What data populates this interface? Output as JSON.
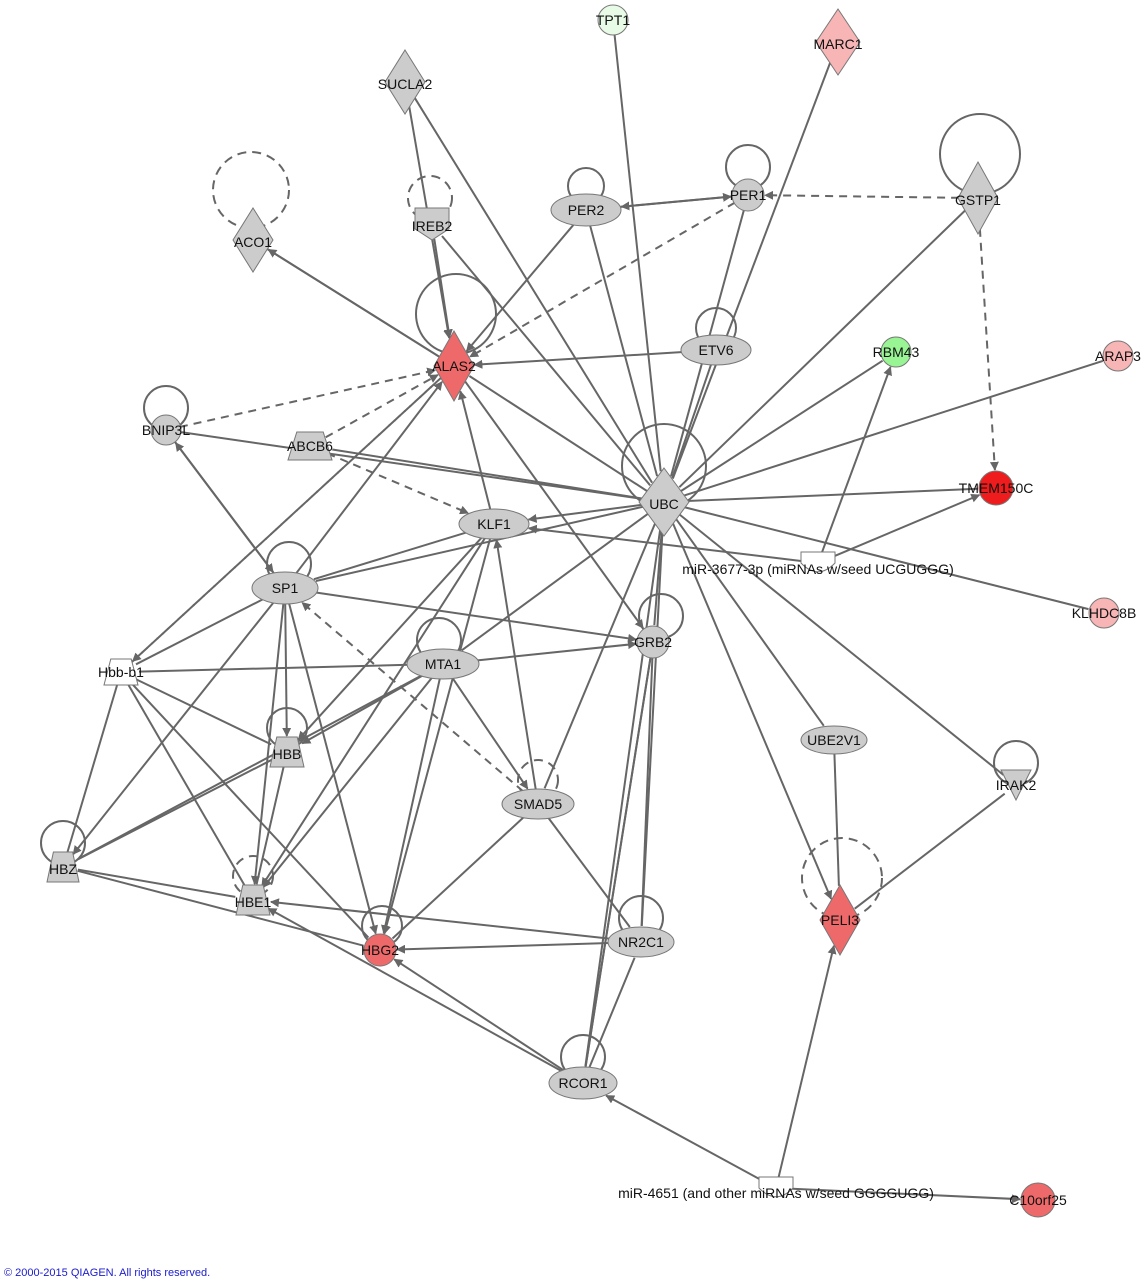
{
  "colors": {
    "edge": "#666666",
    "gray": "#cccccc",
    "white": "#ffffff",
    "light_green": "#e8fbe6",
    "green": "#99f594",
    "light_red": "#f7b5b5",
    "red": "#ee6a6a",
    "bright_red": "#ee1c1c",
    "stroke": "#777777"
  },
  "nodes": [
    {
      "id": "TPT1",
      "label": "TPT1",
      "shape": "circle",
      "fill": "light_green"
    },
    {
      "id": "MARC1",
      "label": "MARC1",
      "shape": "diamond",
      "fill": "light_red"
    },
    {
      "id": "SUCLA2",
      "label": "SUCLA2",
      "shape": "diamond",
      "fill": "gray"
    },
    {
      "id": "ACO1",
      "label": "ACO1",
      "shape": "diamond",
      "fill": "gray"
    },
    {
      "id": "IREB2",
      "label": "IREB2",
      "shape": "pentagon",
      "fill": "gray"
    },
    {
      "id": "PER2",
      "label": "PER2",
      "shape": "ellipse",
      "fill": "gray"
    },
    {
      "id": "PER1",
      "label": "PER1",
      "shape": "circle",
      "fill": "gray"
    },
    {
      "id": "GSTP1",
      "label": "GSTP1",
      "shape": "diamond",
      "fill": "gray"
    },
    {
      "id": "ALAS2",
      "label": "ALAS2",
      "shape": "diamond",
      "fill": "red"
    },
    {
      "id": "ETV6",
      "label": "ETV6",
      "shape": "ellipse",
      "fill": "gray"
    },
    {
      "id": "RBM43",
      "label": "RBM43",
      "shape": "circle",
      "fill": "green"
    },
    {
      "id": "ARAP3",
      "label": "ARAP3",
      "shape": "circle",
      "fill": "light_red"
    },
    {
      "id": "BNIP3L",
      "label": "BNIP3L",
      "shape": "circle",
      "fill": "gray"
    },
    {
      "id": "ABCB6",
      "label": "ABCB6",
      "shape": "trapezoid",
      "fill": "gray"
    },
    {
      "id": "UBC",
      "label": "UBC",
      "shape": "diamond",
      "fill": "gray"
    },
    {
      "id": "TMEM150C",
      "label": "TMEM150C",
      "shape": "circle",
      "fill": "bright_red"
    },
    {
      "id": "KLF1",
      "label": "KLF1",
      "shape": "ellipse",
      "fill": "gray"
    },
    {
      "id": "MIR3677",
      "label": "miR-3677-3p (miRNAs w/seed UCGUGGG)",
      "shape": "mirna",
      "fill": "white"
    },
    {
      "id": "SP1",
      "label": "SP1",
      "shape": "ellipse",
      "fill": "gray"
    },
    {
      "id": "KLHDC8B",
      "label": "KLHDC8B",
      "shape": "circle",
      "fill": "light_red"
    },
    {
      "id": "GRB2",
      "label": "GRB2",
      "shape": "circle",
      "fill": "gray"
    },
    {
      "id": "HBBB1",
      "label": "Hbb-b1",
      "shape": "trapezoid",
      "fill": "white"
    },
    {
      "id": "MTA1",
      "label": "MTA1",
      "shape": "ellipse",
      "fill": "gray"
    },
    {
      "id": "UBE2V1",
      "label": "UBE2V1",
      "shape": "ellipse",
      "fill": "gray"
    },
    {
      "id": "HBB",
      "label": "HBB",
      "shape": "trapezoid",
      "fill": "gray"
    },
    {
      "id": "IRAK2",
      "label": "IRAK2",
      "shape": "triangle",
      "fill": "gray"
    },
    {
      "id": "SMAD5",
      "label": "SMAD5",
      "shape": "ellipse",
      "fill": "gray"
    },
    {
      "id": "HBZ",
      "label": "HBZ",
      "shape": "trapezoid",
      "fill": "gray"
    },
    {
      "id": "HBE1",
      "label": "HBE1",
      "shape": "trapezoid",
      "fill": "gray"
    },
    {
      "id": "PELI3",
      "label": "PELI3",
      "shape": "diamond",
      "fill": "red"
    },
    {
      "id": "HBG2",
      "label": "HBG2",
      "shape": "circle",
      "fill": "red"
    },
    {
      "id": "NR2C1",
      "label": "NR2C1",
      "shape": "ellipse",
      "fill": "gray"
    },
    {
      "id": "RCOR1",
      "label": "RCOR1",
      "shape": "ellipse",
      "fill": "gray"
    },
    {
      "id": "MIR4651",
      "label": "miR-4651 (and other miRNAs w/seed GGGGUGG)",
      "shape": "mirna",
      "fill": "white"
    },
    {
      "id": "C10orf25",
      "label": "C10orf25",
      "shape": "circle",
      "fill": "red"
    }
  ],
  "self_loops": [
    {
      "node": "ACO1",
      "dashed": true
    },
    {
      "node": "IREB2",
      "dashed": true
    },
    {
      "node": "PER2",
      "dashed": false
    },
    {
      "node": "PER1",
      "dashed": false
    },
    {
      "node": "GSTP1",
      "dashed": false
    },
    {
      "node": "ALAS2",
      "dashed": false
    },
    {
      "node": "ETV6",
      "dashed": false
    },
    {
      "node": "BNIP3L",
      "dashed": false
    },
    {
      "node": "UBC",
      "dashed": false
    },
    {
      "node": "SP1",
      "dashed": false
    },
    {
      "node": "GRB2",
      "dashed": false
    },
    {
      "node": "MTA1",
      "dashed": false
    },
    {
      "node": "HBB",
      "dashed": false
    },
    {
      "node": "IRAK2",
      "dashed": false
    },
    {
      "node": "SMAD5",
      "dashed": true
    },
    {
      "node": "HBZ",
      "dashed": false
    },
    {
      "node": "HBE1",
      "dashed": true
    },
    {
      "node": "PELI3",
      "dashed": true
    },
    {
      "node": "HBG2",
      "dashed": false
    },
    {
      "node": "NR2C1",
      "dashed": false
    },
    {
      "node": "RCOR1",
      "dashed": false
    }
  ],
  "edges": [
    {
      "from": "TPT1",
      "to": "UBC",
      "dashed": false,
      "arrow": false
    },
    {
      "from": "MARC1",
      "to": "UBC",
      "dashed": false,
      "arrow": false
    },
    {
      "from": "SUCLA2",
      "to": "UBC",
      "dashed": false,
      "arrow": false
    },
    {
      "from": "SUCLA2",
      "to": "ALAS2",
      "dashed": false,
      "arrow": true
    },
    {
      "from": "IREB2",
      "to": "ALAS2",
      "dashed": false,
      "arrow": true
    },
    {
      "from": "IREB2",
      "to": "UBC",
      "dashed": false,
      "arrow": false
    },
    {
      "from": "ALAS2",
      "to": "ACO1",
      "dashed": false,
      "arrow": true
    },
    {
      "from": "ACO1",
      "to": "ALAS2",
      "dashed": false,
      "arrow": false
    },
    {
      "from": "PER2",
      "to": "PER1",
      "dashed": false,
      "arrow": true
    },
    {
      "from": "PER1",
      "to": "PER2",
      "dashed": false,
      "arrow": true
    },
    {
      "from": "GSTP1",
      "to": "PER1",
      "dashed": true,
      "arrow": true
    },
    {
      "from": "GSTP1",
      "to": "TMEM150C",
      "dashed": true,
      "arrow": true
    },
    {
      "from": "PER1",
      "to": "ALAS2",
      "dashed": true,
      "arrow": true
    },
    {
      "from": "PER2",
      "to": "ALAS2",
      "dashed": false,
      "arrow": true
    },
    {
      "from": "PER2",
      "to": "UBC",
      "dashed": false,
      "arrow": false
    },
    {
      "from": "PER1",
      "to": "UBC",
      "dashed": false,
      "arrow": false
    },
    {
      "from": "GSTP1",
      "to": "UBC",
      "dashed": false,
      "arrow": false
    },
    {
      "from": "ETV6",
      "to": "ALAS2",
      "dashed": false,
      "arrow": true
    },
    {
      "from": "ETV6",
      "to": "UBC",
      "dashed": false,
      "arrow": false
    },
    {
      "from": "UBC",
      "to": "ALAS2",
      "dashed": false,
      "arrow": false
    },
    {
      "from": "UBC",
      "to": "RBM43",
      "dashed": false,
      "arrow": false
    },
    {
      "from": "UBC",
      "to": "ARAP3",
      "dashed": false,
      "arrow": false
    },
    {
      "from": "UBC",
      "to": "TMEM150C",
      "dashed": false,
      "arrow": false
    },
    {
      "from": "UBC",
      "to": "BNIP3L",
      "dashed": false,
      "arrow": false
    },
    {
      "from": "UBC",
      "to": "ABCB6",
      "dashed": false,
      "arrow": false
    },
    {
      "from": "UBC",
      "to": "KLHDC8B",
      "dashed": false,
      "arrow": false
    },
    {
      "from": "UBC",
      "to": "KLF1",
      "dashed": false,
      "arrow": true
    },
    {
      "from": "UBC",
      "to": "SP1",
      "dashed": false,
      "arrow": false
    },
    {
      "from": "UBC",
      "to": "MTA1",
      "dashed": false,
      "arrow": false
    },
    {
      "from": "UBC",
      "to": "GRB2",
      "dashed": false,
      "arrow": false
    },
    {
      "from": "UBC",
      "to": "SMAD5",
      "dashed": false,
      "arrow": false
    },
    {
      "from": "UBC",
      "to": "UBE2V1",
      "dashed": false,
      "arrow": false
    },
    {
      "from": "UBC",
      "to": "IRAK2",
      "dashed": false,
      "arrow": false
    },
    {
      "from": "UBC",
      "to": "PELI3",
      "dashed": false,
      "arrow": true
    },
    {
      "from": "UBC",
      "to": "RCOR1",
      "dashed": false,
      "arrow": false
    },
    {
      "from": "UBC",
      "to": "NR2C1",
      "dashed": false,
      "arrow": false
    },
    {
      "from": "MIR3677",
      "to": "RBM43",
      "dashed": false,
      "arrow": true
    },
    {
      "from": "MIR3677",
      "to": "TMEM150C",
      "dashed": false,
      "arrow": true
    },
    {
      "from": "MIR3677",
      "to": "KLF1",
      "dashed": false,
      "arrow": true
    },
    {
      "from": "BNIP3L",
      "to": "SP1",
      "dashed": false,
      "arrow": true
    },
    {
      "from": "SP1",
      "to": "BNIP3L",
      "dashed": false,
      "arrow": true
    },
    {
      "from": "BNIP3L",
      "to": "ALAS2",
      "dashed": true,
      "arrow": true
    },
    {
      "from": "ABCB6",
      "to": "KLF1",
      "dashed": true,
      "arrow": true
    },
    {
      "from": "ABCB6",
      "to": "ALAS2",
      "dashed": true,
      "arrow": true
    },
    {
      "from": "KLF1",
      "to": "ALAS2",
      "dashed": false,
      "arrow": true
    },
    {
      "from": "KLF1",
      "to": "SP1",
      "dashed": false,
      "arrow": false
    },
    {
      "from": "KLF1",
      "to": "HBB",
      "dashed": false,
      "arrow": true
    },
    {
      "from": "KLF1",
      "to": "HBE1",
      "dashed": false,
      "arrow": true
    },
    {
      "from": "KLF1",
      "to": "HBG2",
      "dashed": false,
      "arrow": true
    },
    {
      "from": "ALAS2",
      "to": "GRB2",
      "dashed": false,
      "arrow": true
    },
    {
      "from": "SP1",
      "to": "ALAS2",
      "dashed": false,
      "arrow": true
    },
    {
      "from": "HBBB1",
      "to": "ALAS2",
      "dashed": true,
      "arrow": false
    },
    {
      "from": "ALAS2",
      "to": "HBBB1",
      "dashed": true,
      "arrow": true
    },
    {
      "from": "SP1",
      "to": "GRB2",
      "dashed": false,
      "arrow": true
    },
    {
      "from": "SP1",
      "to": "HBB",
      "dashed": false,
      "arrow": true
    },
    {
      "from": "SP1",
      "to": "HBE1",
      "dashed": false,
      "arrow": true
    },
    {
      "from": "SP1",
      "to": "HBG2",
      "dashed": false,
      "arrow": true
    },
    {
      "from": "SP1",
      "to": "HBZ",
      "dashed": false,
      "arrow": true
    },
    {
      "from": "SP1",
      "to": "HBBB1",
      "dashed": false,
      "arrow": false
    },
    {
      "from": "SMAD5",
      "to": "SP1",
      "dashed": true,
      "arrow": true
    },
    {
      "from": "MTA1",
      "to": "HBBB1",
      "dashed": false,
      "arrow": false
    },
    {
      "from": "MTA1",
      "to": "GRB2",
      "dashed": false,
      "arrow": true
    },
    {
      "from": "MTA1",
      "to": "HBB",
      "dashed": false,
      "arrow": true
    },
    {
      "from": "MTA1",
      "to": "HBE1",
      "dashed": false,
      "arrow": true
    },
    {
      "from": "MTA1",
      "to": "HBG2",
      "dashed": false,
      "arrow": true
    },
    {
      "from": "MTA1",
      "to": "SMAD5",
      "dashed": false,
      "arrow": true
    },
    {
      "from": "MTA1",
      "to": "HBZ",
      "dashed": false,
      "arrow": false
    },
    {
      "from": "SMAD5",
      "to": "KLF1",
      "dashed": false,
      "arrow": true
    },
    {
      "from": "SMAD5",
      "to": "HBG2",
      "dashed": false,
      "arrow": false
    },
    {
      "from": "SMAD5",
      "to": "NR2C1",
      "dashed": false,
      "arrow": false
    },
    {
      "from": "HBBB1",
      "to": "HBB",
      "dashed": false,
      "arrow": false
    },
    {
      "from": "HBBB1",
      "to": "HBE1",
      "dashed": false,
      "arrow": false
    },
    {
      "from": "HBBB1",
      "to": "HBG2",
      "dashed": false,
      "arrow": false
    },
    {
      "from": "HBBB1",
      "to": "HBZ",
      "dashed": false,
      "arrow": false
    },
    {
      "from": "HBB",
      "to": "HBZ",
      "dashed": false,
      "arrow": false
    },
    {
      "from": "HBB",
      "to": "HBE1",
      "dashed": false,
      "arrow": false
    },
    {
      "from": "HBZ",
      "to": "HBG2",
      "dashed": false,
      "arrow": false
    },
    {
      "from": "HBZ",
      "to": "HBE1",
      "dashed": false,
      "arrow": false
    },
    {
      "from": "NR2C1",
      "to": "HBE1",
      "dashed": false,
      "arrow": true
    },
    {
      "from": "NR2C1",
      "to": "HBG2",
      "dashed": false,
      "arrow": true
    },
    {
      "from": "GRB2",
      "to": "NR2C1",
      "dashed": false,
      "arrow": false
    },
    {
      "from": "GRB2",
      "to": "RCOR1",
      "dashed": false,
      "arrow": false
    },
    {
      "from": "RCOR1",
      "to": "GRB2",
      "dashed": false,
      "arrow": false
    },
    {
      "from": "RCOR1",
      "to": "HBE1",
      "dashed": false,
      "arrow": true
    },
    {
      "from": "RCOR1",
      "to": "HBG2",
      "dashed": false,
      "arrow": true
    },
    {
      "from": "RCOR1",
      "to": "NR2C1",
      "dashed": false,
      "arrow": false
    },
    {
      "from": "UBE2V1",
      "to": "PELI3",
      "dashed": false,
      "arrow": false
    },
    {
      "from": "IRAK2",
      "to": "PELI3",
      "dashed": false,
      "arrow": false
    },
    {
      "from": "MIR4651",
      "to": "RCOR1",
      "dashed": false,
      "arrow": true
    },
    {
      "from": "MIR4651",
      "to": "PELI3",
      "dashed": false,
      "arrow": true
    },
    {
      "from": "MIR4651",
      "to": "C10orf25",
      "dashed": false,
      "arrow": true
    }
  ],
  "copyright": "© 2000-2015 QIAGEN. All rights reserved."
}
